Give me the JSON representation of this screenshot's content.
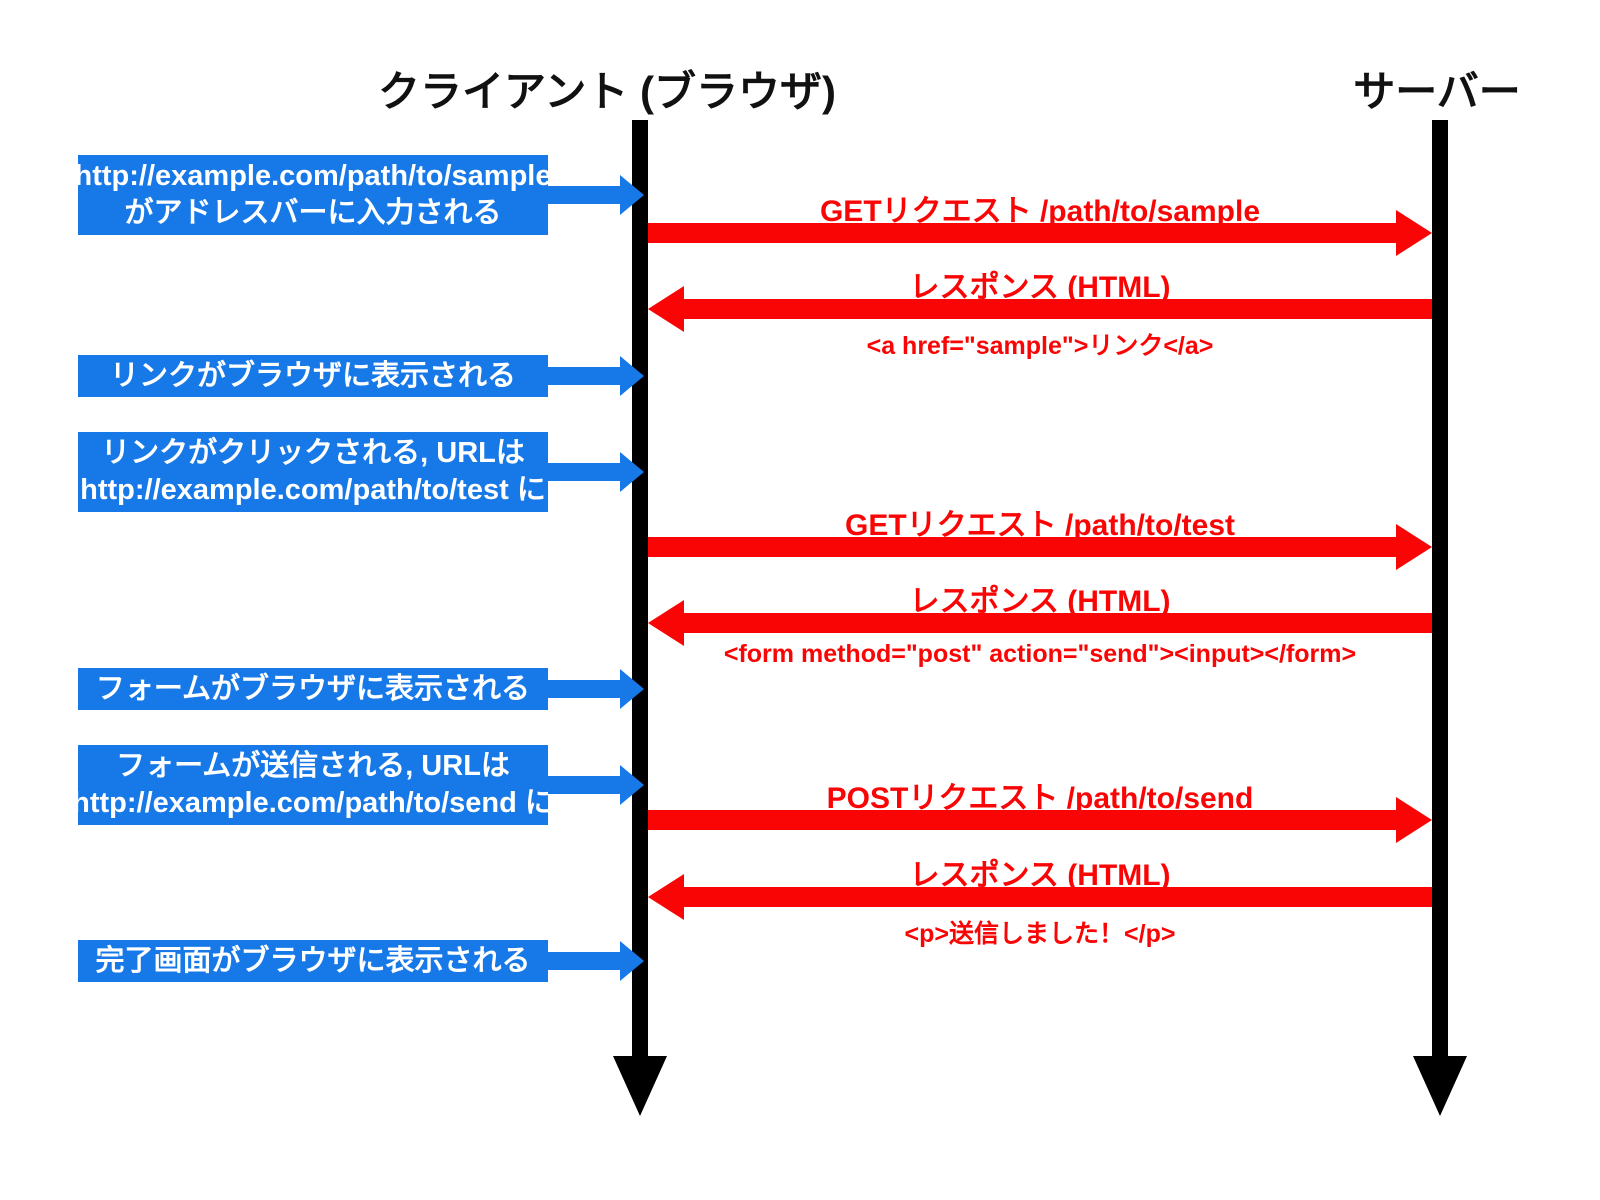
{
  "titles": {
    "client": "クライアント (ブラウザ)",
    "server": "サーバー"
  },
  "colors": {
    "event_blue": "#1778e8",
    "message_red": "#fa0505",
    "lifeline_black": "#000000"
  },
  "client_events": [
    {
      "lines": [
        "http://example.com/path/to/sample",
        "がアドレスバーに入力される"
      ]
    },
    {
      "lines": [
        "リンクがブラウザに表示される"
      ]
    },
    {
      "lines": [
        "リンクがクリックされる, URLは",
        "http://example.com/path/to/test に"
      ]
    },
    {
      "lines": [
        "フォームがブラウザに表示される"
      ]
    },
    {
      "lines": [
        "フォームが送信される, URLは",
        "http://example.com/path/to/send に"
      ]
    },
    {
      "lines": [
        "完了画面がブラウザに表示される"
      ]
    }
  ],
  "messages": [
    {
      "direction": "client-to-server",
      "label": "GETリクエスト /path/to/sample",
      "sublabel": ""
    },
    {
      "direction": "server-to-client",
      "label": "レスポンス (HTML)",
      "sublabel": "<a href=\"sample\">リンク</a>"
    },
    {
      "direction": "client-to-server",
      "label": "GETリクエスト /path/to/test",
      "sublabel": ""
    },
    {
      "direction": "server-to-client",
      "label": "レスポンス (HTML)",
      "sublabel": "<form method=\"post\" action=\"send\"><input></form>"
    },
    {
      "direction": "client-to-server",
      "label": "POSTリクエスト /path/to/send",
      "sublabel": ""
    },
    {
      "direction": "server-to-client",
      "label": "レスポンス (HTML)",
      "sublabel": "<p>送信しました！</p>"
    }
  ]
}
